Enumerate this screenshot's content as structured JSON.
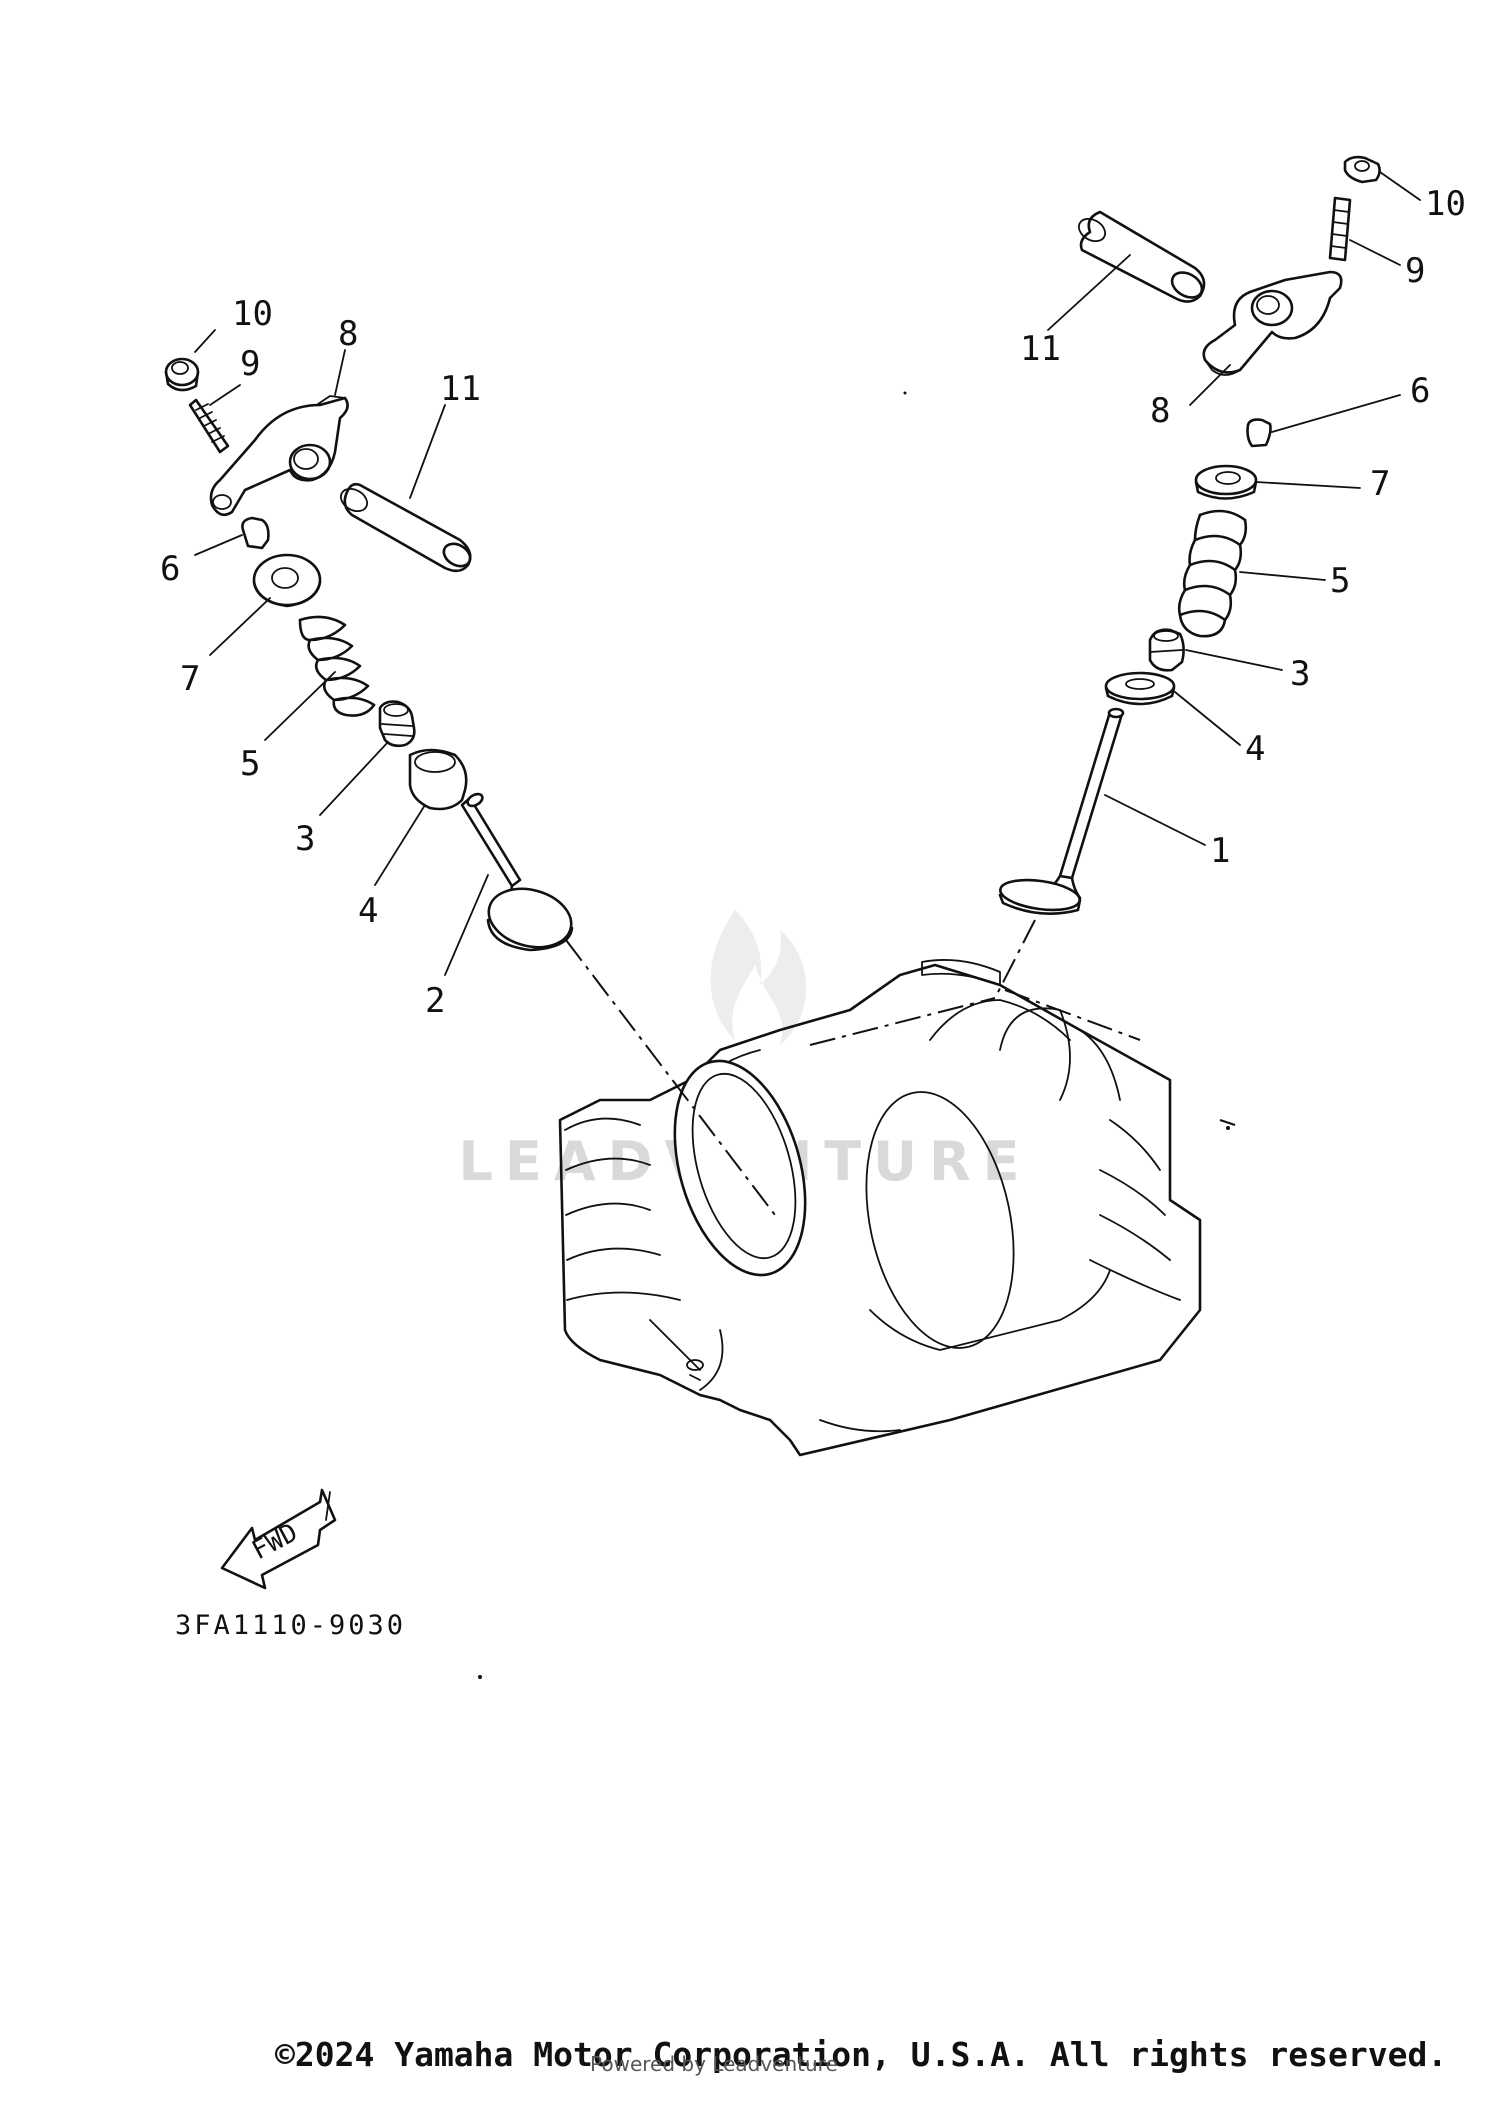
{
  "diagram": {
    "code": "3FA1110-9030",
    "fwd_label": "FWD",
    "watermark": "LEADVENTURE",
    "callouts": {
      "left_10": "10",
      "left_9": "9",
      "left_8": "8",
      "left_11": "11",
      "left_6": "6",
      "left_7": "7",
      "left_5": "5",
      "left_3": "3",
      "left_4": "4",
      "left_2": "2",
      "right_10": "10",
      "right_9": "9",
      "right_11": "11",
      "right_8": "8",
      "right_6": "6",
      "right_7": "7",
      "right_5": "5",
      "right_3": "3",
      "right_4": "4",
      "right_1": "1"
    }
  },
  "footer": {
    "copyright": "©2024 Yamaha Motor Corporation, U.S.A. All rights reserved.",
    "powered_by": "Powered by Leadventure"
  }
}
